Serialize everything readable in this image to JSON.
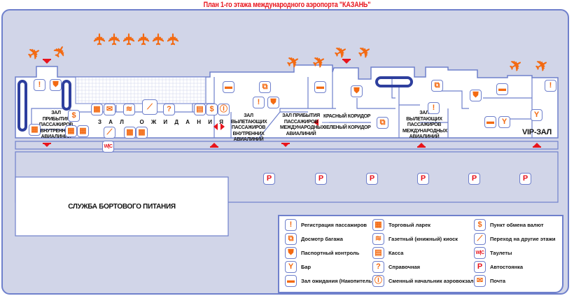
{
  "title": "План 1-го этажа международного аэропорта \"КАЗАНЬ\"",
  "colors": {
    "background": "#d1d5e8",
    "wall": "#6f80cc",
    "accent_orange": "#f36a12",
    "accent_red": "#e8141c",
    "conveyor": "#2e3f9e"
  },
  "zones": {
    "domestic_arrivals": "ЗАЛ ПРИБЫТИЯ ПАССАЖИРОВ ВНУТРЕННИХ АВИАЛИНИЙ",
    "waiting_hall": "З А Л   О Ж И Д А Н И Я",
    "domestic_departures": "ЗАЛ ВЫЛЕТАЮЩИХ ПАССАЖИРОВ ВНУТРЕННИХ АВИАЛИНИЙ",
    "international_arrivals": "ЗАЛ ПРИБЫТИЯ ПАССАЖИРОВ МЕЖДУНАРОДНЫХ АВИАЛИНИЙ",
    "red_corridor": "КРАСНЫЙ КОРИДОР",
    "green_corridor": "ЗЕЛЕНЫЙ КОРИДОР",
    "international_departures": "ЗАЛ ВЫЛЕТАЮЩИХ ПАССАЖИРОВ МЕЖДУНАРОДНЫХ АВИАЛИНИЙ",
    "vip": "VIP-ЗАЛ",
    "catering": "СЛУЖБА БОРТОВОГО ПИТАНИЯ"
  },
  "icons": {
    "checkin": "!",
    "baggage": "⧉",
    "passport": "⛊",
    "bar": "Y",
    "waiting": "▬",
    "shop": "▦",
    "newsstand": "≋",
    "cashier": "▤",
    "info": "?",
    "manager": "Ⓘ",
    "exchange": "$",
    "stairs": "⟋",
    "wc": "W|C",
    "parking": "P",
    "post": "✉"
  },
  "legend": [
    {
      "icon": "checkin",
      "label": "Регистрация пассажиров"
    },
    {
      "icon": "baggage",
      "label": "Досмотр багажа"
    },
    {
      "icon": "passport",
      "label": "Паспортный контроль"
    },
    {
      "icon": "bar",
      "label": "Бар"
    },
    {
      "icon": "waiting",
      "label": "Зал ожидания (Накопитель)"
    },
    {
      "icon": "shop",
      "label": "Торговый ларек"
    },
    {
      "icon": "newsstand",
      "label": "Газетный (книжный) киоск"
    },
    {
      "icon": "cashier",
      "label": "Касса"
    },
    {
      "icon": "info",
      "label": "Справочная"
    },
    {
      "icon": "manager",
      "label": "Сменный начальник аэровокзала"
    },
    {
      "icon": "exchange",
      "label": "Пункт обмена валют"
    },
    {
      "icon": "stairs",
      "label": "Переход на другие этажи"
    },
    {
      "icon": "wc",
      "label": "Таулеты"
    },
    {
      "icon": "parking",
      "label": "Автостоянка"
    },
    {
      "icon": "post",
      "label": "Почта"
    }
  ]
}
